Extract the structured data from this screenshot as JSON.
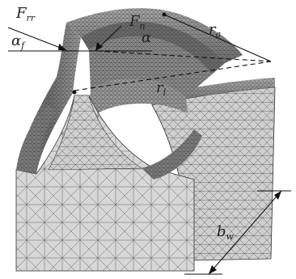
{
  "figure": {
    "labels": {
      "force_fr_base": "F",
      "force_fr_sub": "rr",
      "force_fn_base": "F",
      "force_fn_sub": "n",
      "angle_alpha_f_base": "α",
      "angle_alpha_f_sub": "f",
      "angle_alpha": "α",
      "radius_r2_base": "r",
      "radius_r2_sub": "a",
      "radius_r1_base": "r",
      "radius_r1_sub": "l",
      "width_bw_base": "b",
      "width_bw_sub": "w"
    },
    "colors": {
      "background": "#ffffff",
      "mesh_fill_light": "#d7d7d7",
      "mesh_fill_mid": "#b9b9b9",
      "mesh_fill_dark": "#7a7a7a",
      "mesh_line": "#3a3a3a",
      "annotation_line": "#111111"
    }
  }
}
